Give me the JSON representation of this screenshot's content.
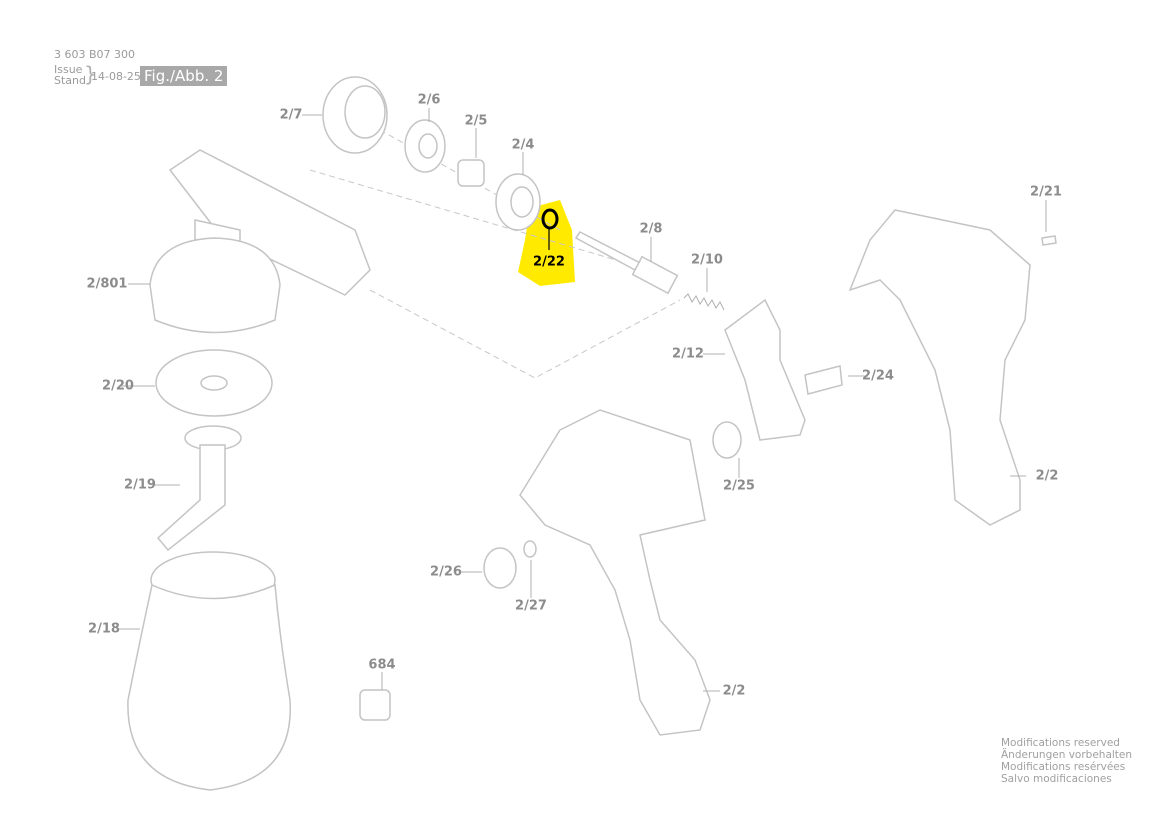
{
  "header": {
    "part_number": "3 603 B07 300",
    "issue_label": "Issue",
    "stand_label": "Stand",
    "date": "14-08-25",
    "figure": "Fig./Abb. 2"
  },
  "highlight_color": "#ffea00",
  "highlighted_part": "2/22",
  "labels": [
    "2/7",
    "2/6",
    "2/5",
    "2/4",
    "2/22",
    "2/8",
    "2/10",
    "2/21",
    "2/801",
    "2/12",
    "2/24",
    "2/20",
    "2/25",
    "2/2",
    "2/19",
    "2/26",
    "2/27",
    "2/18",
    "684",
    "2/2"
  ],
  "notes": [
    "Modifications reserved",
    "Änderungen vorbehalten",
    "Modifications resérvées",
    "Salvo modificaciones"
  ]
}
